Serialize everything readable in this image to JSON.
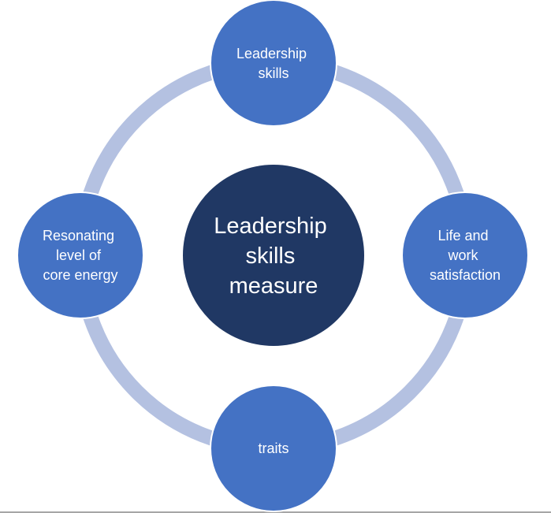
{
  "center": {
    "lines": [
      "Leadership",
      "skills",
      "measure"
    ]
  },
  "nodes": [
    {
      "lines": [
        "Leadership",
        "skills"
      ]
    },
    {
      "lines": [
        "Life and",
        "work",
        "satisfaction"
      ]
    },
    {
      "lines": [
        "traits"
      ]
    },
    {
      "lines": [
        "Resonating",
        "level of",
        "core energy"
      ]
    }
  ],
  "colors": {
    "ring": "#B4C1E1",
    "node": "#4472C4",
    "center": "#203864"
  }
}
